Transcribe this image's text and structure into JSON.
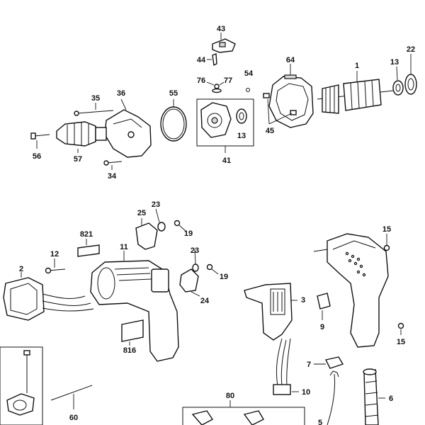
{
  "diagram": {
    "part_labels": {
      "p1": "1",
      "p2": "2",
      "p3": "3",
      "p5": "5",
      "p6": "6",
      "p7": "7",
      "p9": "9",
      "p10": "10",
      "p11": "11",
      "p12": "12",
      "p13a": "13",
      "p13b": "13",
      "p15a": "15",
      "p15b": "15",
      "p19a": "19",
      "p19b": "19",
      "p22": "22",
      "p23a": "23",
      "p23b": "23",
      "p24": "24",
      "p25": "25",
      "p34": "34",
      "p35": "35",
      "p36": "36",
      "p41": "41",
      "p43": "43",
      "p44": "44",
      "p45": "45",
      "p54": "54",
      "p55": "55",
      "p56": "56",
      "p57": "57",
      "p60": "60",
      "p64": "64",
      "p76": "76",
      "p77": "77",
      "p80": "80",
      "p816": "816",
      "p821": "821"
    }
  }
}
